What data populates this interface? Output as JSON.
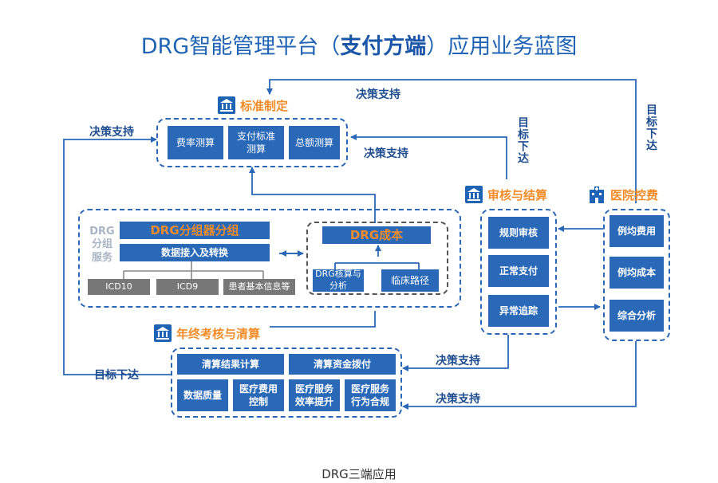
{
  "title": {
    "prefix": "DRG智能管理平台（",
    "bold": "支付方端",
    "suffix": "）应用业务蓝图"
  },
  "caption": "DRG三端应用",
  "sections": {
    "standard": {
      "label": "标准制定",
      "items": [
        "费率测算",
        "支付标准\n测算",
        "总额测算"
      ],
      "icon": "bank-icon"
    },
    "grouping": {
      "service_label": "DRG\n分组\n服务",
      "grouper_title": "DRG分组器分组",
      "data_access": "数据接入及转换",
      "sources": [
        "ICD10",
        "ICD9",
        "患者基本信息等"
      ],
      "cost_title": "DRG成本",
      "cost_items": [
        "DRG核算与\n分析",
        "临床路径"
      ]
    },
    "audit": {
      "label": "审核与结算",
      "items": [
        "规则审核",
        "正常支付",
        "异常追踪"
      ],
      "icon": "bank-icon"
    },
    "hospital": {
      "label": "医院控费",
      "items": [
        "例均费用",
        "例均成本",
        "综合分析"
      ],
      "icon": "hospital-icon"
    },
    "yearend": {
      "label": "年终考核与清算",
      "top_items": [
        "清算结果计算",
        "清算资金拨付"
      ],
      "bottom_items": [
        "数据质量",
        "医疗费用\n控制",
        "医疗服务\n效率提升",
        "医疗服务\n行为合规"
      ],
      "icon": "bank-icon"
    }
  },
  "flow_labels": {
    "top_decision": "决策支持",
    "left_decision": "决策支持",
    "mid_decision": "决策支持",
    "target_down_a": "目标下达",
    "target_down_b": "目标下达",
    "left_target": "目标下达",
    "audit_decision": "决策支持",
    "hospital_decision": "决策支持"
  },
  "colors": {
    "accent_blue": "#2a69b8",
    "title_blue": "#1f63b5",
    "orange": "#f28c28",
    "gray": "#777777"
  }
}
